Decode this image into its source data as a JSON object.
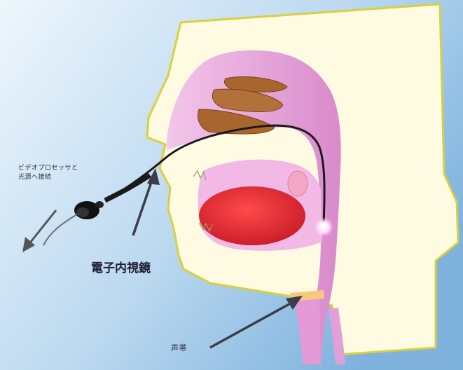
{
  "labels": {
    "connection_line1": "ビデオプロセッサと",
    "connection_line2": "光源へ接続",
    "endoscope": "電子内視鏡",
    "vocal_cords": "声帯"
  },
  "colors": {
    "background_light": "#e8f2fa",
    "background_dark": "#8fbfe3",
    "skin": "#fffbe0",
    "outline": "#d8d040",
    "tissue_pink": "#e9a6d9",
    "tissue_dark_pink": "#c96dbb",
    "turbinate": "#a8662e",
    "tongue": "#e8323a",
    "scope": "#1a1a1a"
  },
  "icons": [
    "arrow-icon",
    "endoscope-connector-icon"
  ]
}
